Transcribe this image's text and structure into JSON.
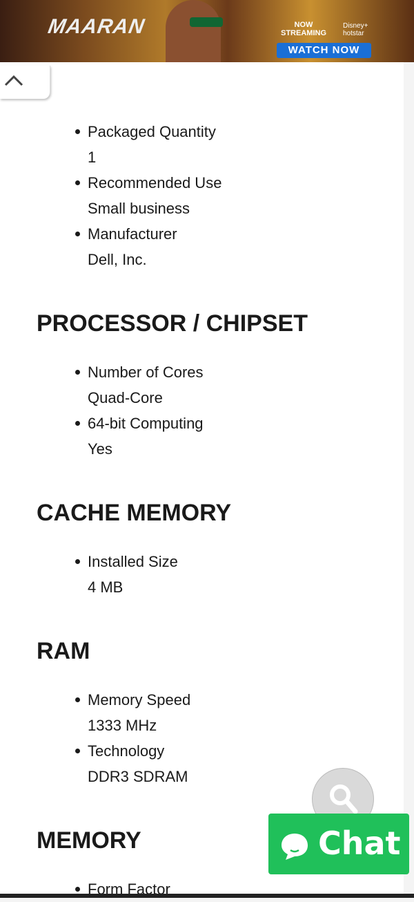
{
  "ad": {
    "title": "MAARAN",
    "streaming": "NOW STREAMING",
    "brand": "Disney+ hotstar",
    "cta": "WATCH NOW"
  },
  "sections": [
    {
      "heading": null,
      "items": [
        {
          "label": "Packaged Quantity",
          "value": "1"
        },
        {
          "label": "Recommended Use",
          "value": "Small business"
        },
        {
          "label": "Manufacturer",
          "value": "Dell, Inc."
        }
      ]
    },
    {
      "heading": "PROCESSOR / CHIPSET",
      "items": [
        {
          "label": "Number of Cores",
          "value": "Quad-Core"
        },
        {
          "label": "64-bit Computing",
          "value": "Yes"
        }
      ]
    },
    {
      "heading": "CACHE MEMORY",
      "items": [
        {
          "label": "Installed Size",
          "value": "4 MB"
        }
      ]
    },
    {
      "heading": "RAM",
      "items": [
        {
          "label": "Memory Speed",
          "value": "1333 MHz"
        },
        {
          "label": "Technology",
          "value": "DDR3 SDRAM"
        }
      ]
    },
    {
      "heading": "MEMORY",
      "items": [
        {
          "label": "Form Factor",
          "value": ""
        }
      ]
    }
  ],
  "chat": {
    "label": "Chat"
  },
  "colors": {
    "chat": "#20c05a",
    "cta": "#1a6fd6"
  }
}
